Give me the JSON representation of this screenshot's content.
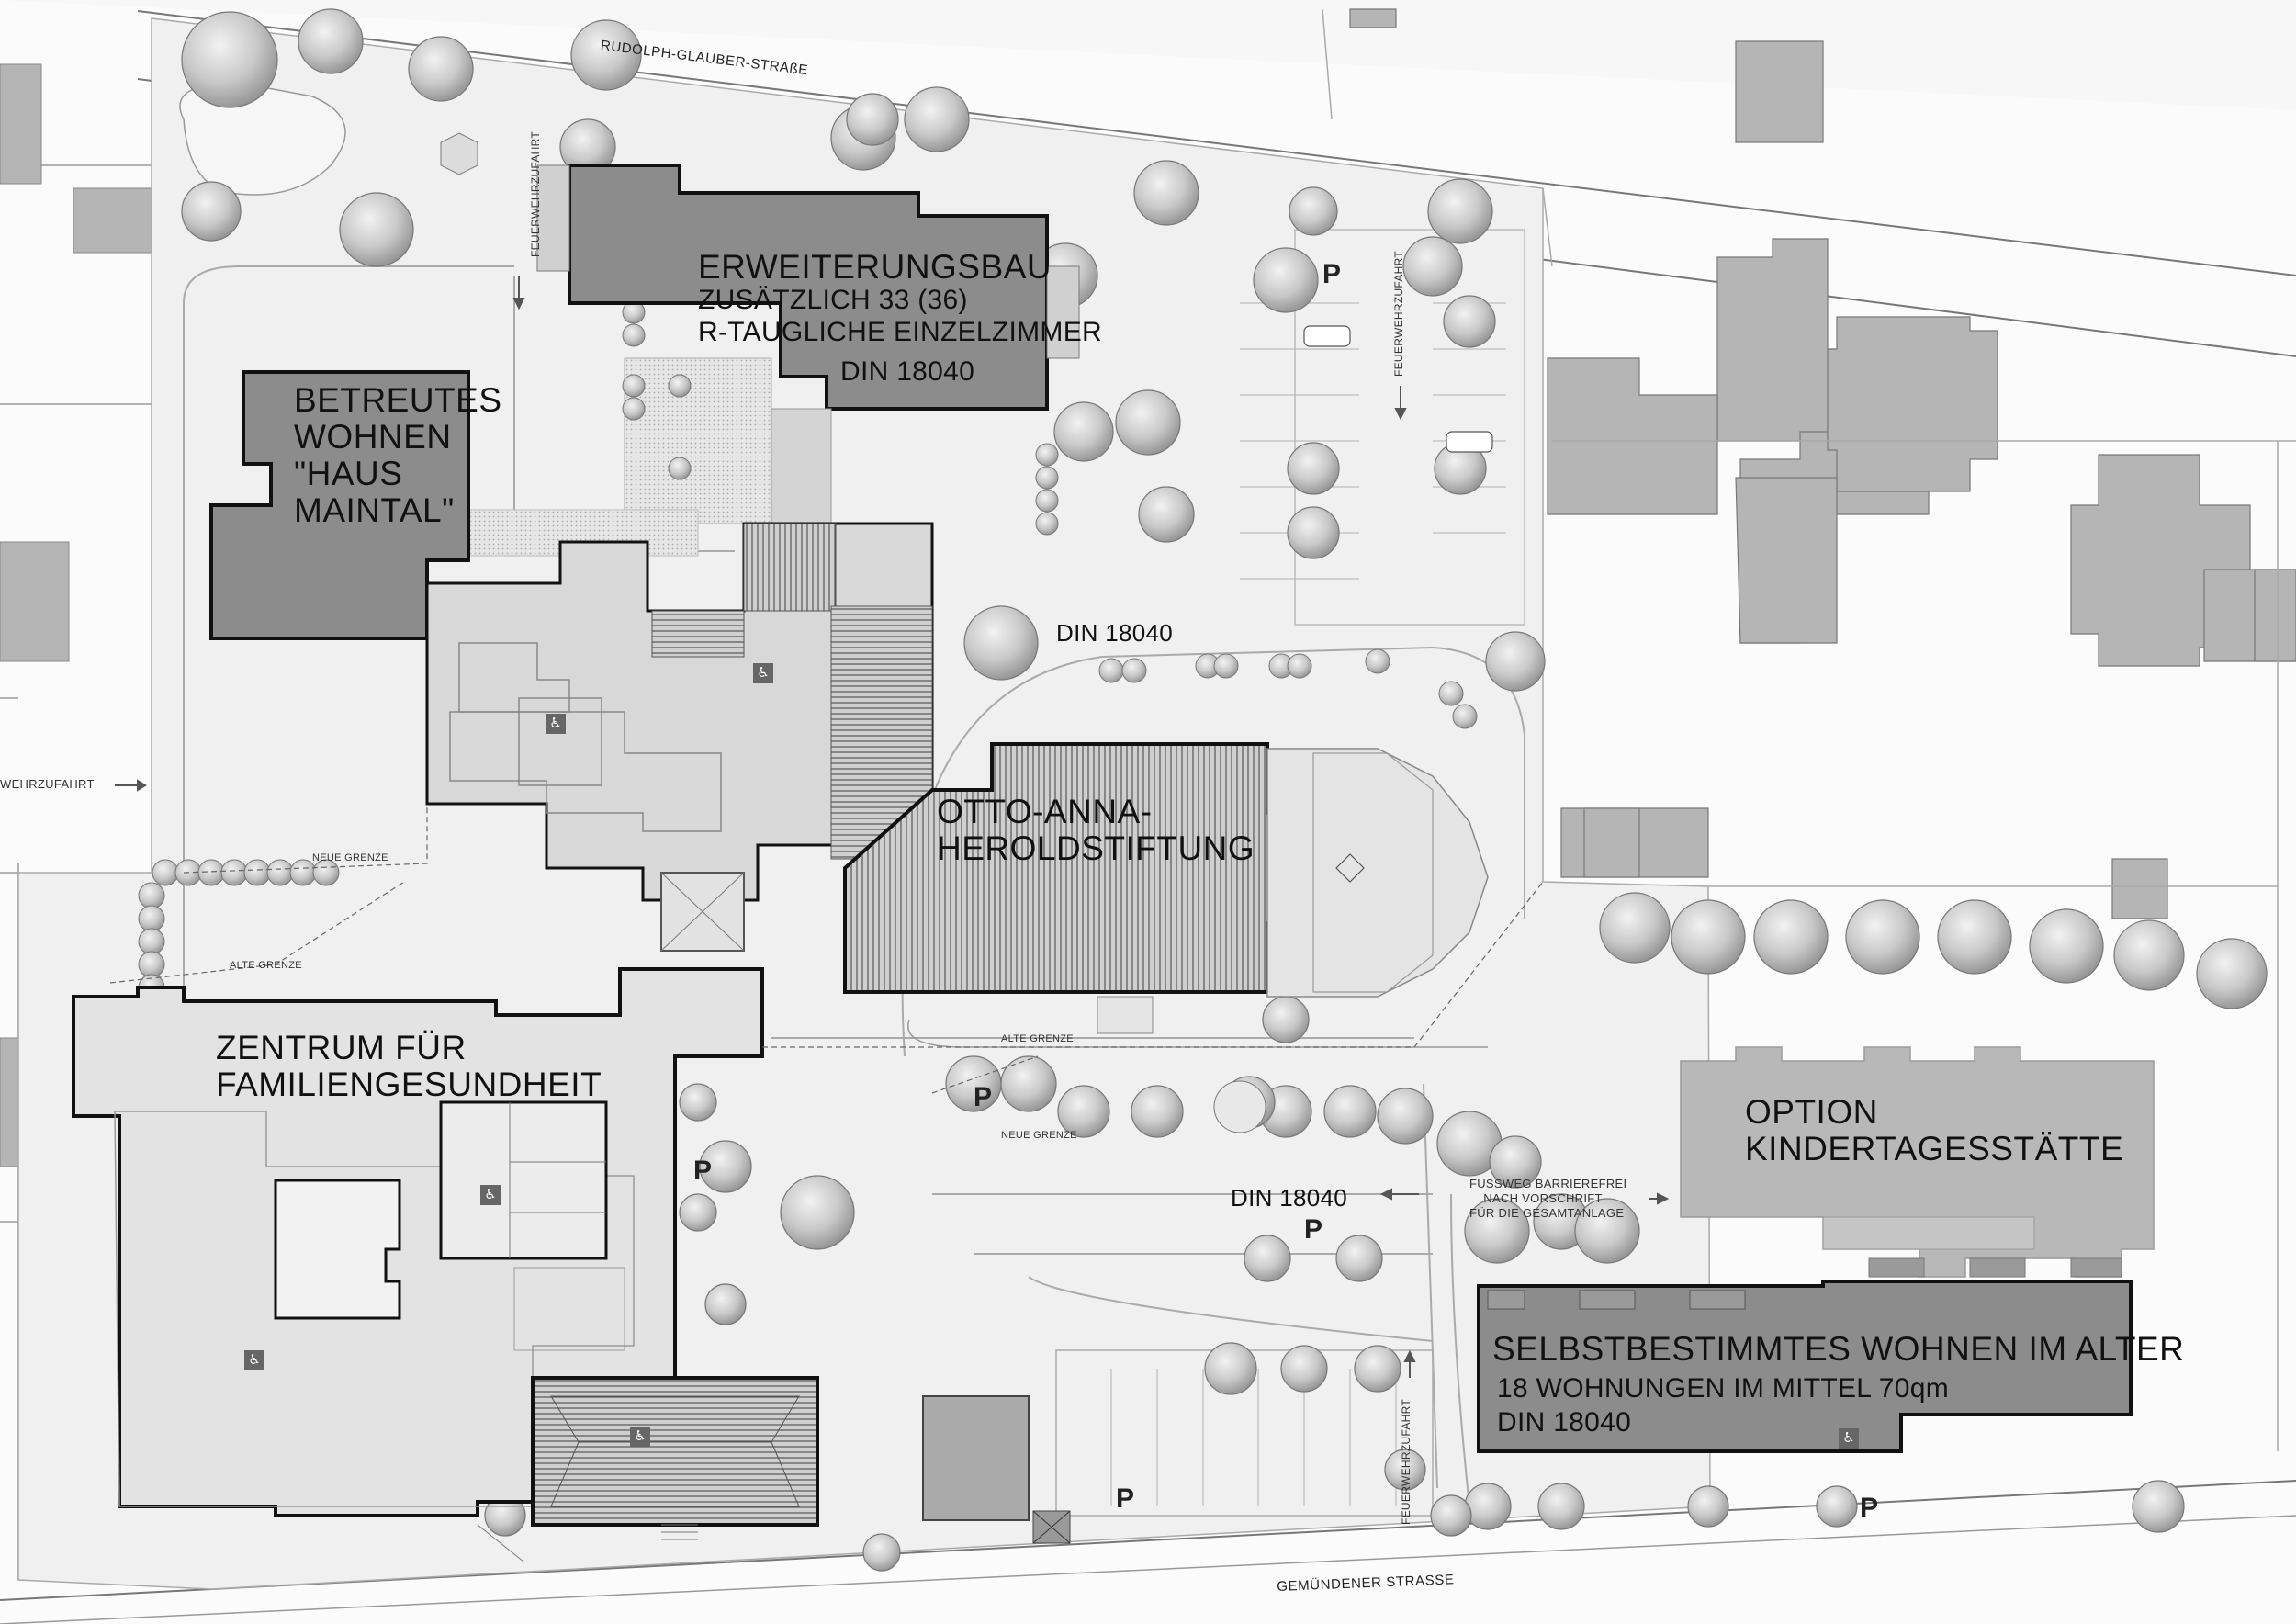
{
  "streets": {
    "north": "RUDOLPH-GLAUBER-STRAßE",
    "south": "GEMÜNDENER STRASSE"
  },
  "buildings": {
    "extension": {
      "title": "ERWEITERUNGSBAU",
      "line1": "ZUSÄTZLICH 33 (36)",
      "line2": "R-TAUGLICHE EINZELZIMMER",
      "line3": "DIN 18040"
    },
    "assisted_living": [
      "BETREUTES",
      "WOHNEN",
      "\"HAUS",
      "MAINTAL\""
    ],
    "foundation": [
      "OTTO-ANNA-",
      "HEROLDSTIFTUNG"
    ],
    "family_health": [
      "ZENTRUM FÜR",
      "FAMILIENGESUNDHEIT"
    ],
    "daycare": [
      "OPTION",
      "KINDERTAGESSTÄTTE"
    ],
    "self_determined": {
      "title": "SELBSTBESTIMMTES WOHNEN IM ALTER",
      "line1": "18 WOHNUNGEN IM MITTEL 70qm",
      "line2": "DIN 18040"
    }
  },
  "annotations": {
    "din_center": "DIN 18040",
    "din_south": "DIN 18040",
    "footpath": [
      "FUSSWEG BARRIEREFREI",
      "NACH VORSCHRIFT",
      "FÜR DIE GESAMTANLAGE"
    ],
    "new_border_1": "NEUE GRENZE",
    "new_border_2": "NEUE GRENZE",
    "old_border_1": "ALTE GRENZE",
    "old_border_2": "ALTE GRENZE"
  },
  "access": {
    "fire_north": "FEUERWEHRZUFAHRT",
    "fire_parking": "FEUERWEHRZUFAHRT",
    "fire_west": "WEHRZUFAHRT",
    "fire_south": "FEUERWEHRZUFAHRT"
  },
  "parking_symbol": "P",
  "wheelchair_symbol": "♿",
  "colors": {
    "dark_building": "#8c8c8c",
    "mid_building": "#b8b8b8",
    "light_building": "#d4d4d4",
    "neighbor_building": "#b5b5b5",
    "site_area": "#f0f0f0",
    "road": "#fbfbfb"
  }
}
